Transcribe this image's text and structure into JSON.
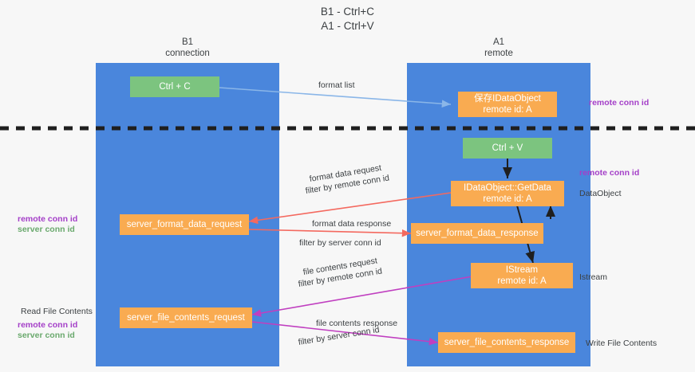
{
  "title": {
    "line1": "B1 - Ctrl+C",
    "line2": "A1 - Ctrl+V"
  },
  "lanes": [
    {
      "id": "b1",
      "head_line1": "B1",
      "head_line2": "connection"
    },
    {
      "id": "a1",
      "head_line1": "A1",
      "head_line2": "remote"
    }
  ],
  "nodes": {
    "ctrl_c": {
      "l1": "Ctrl + C",
      "l2": "",
      "color": "#7cc47f"
    },
    "save_idataobject": {
      "l1": "保存IDataObject",
      "l2": "remote id: A",
      "color": "#f9ab51"
    },
    "ctrl_v": {
      "l1": "Ctrl + V",
      "l2": "",
      "color": "#7cc47f"
    },
    "getdata": {
      "l1": "IDataObject::GetData",
      "l2": "remote id: A",
      "color": "#f9ab51"
    },
    "sfd_request": {
      "l1": "server_format_data_request",
      "l2": "",
      "color": "#f9ab51"
    },
    "sfd_response": {
      "l1": "server_format_data_response",
      "l2": "",
      "color": "#f9ab51"
    },
    "istream": {
      "l1": "IStream",
      "l2": "remote id: A",
      "color": "#f9ab51"
    },
    "sfc_request": {
      "l1": "server_file_contents_request",
      "l2": "",
      "color": "#f9ab51"
    },
    "sfc_response": {
      "l1": "server_file_contents_response",
      "l2": "",
      "color": "#f9ab51"
    }
  },
  "edge_labels": {
    "format_list": "format list",
    "fmt_req_line1": "format data request",
    "fmt_req_filter": "filter by",
    "fmt_req_key": "remote conn id",
    "fmt_resp_line1": "format data response",
    "fmt_resp_filter": "filter by",
    "fmt_resp_key": "server conn id",
    "fc_req_line1": "file contents request",
    "fc_req_filter": "filter by",
    "fc_req_key": "remote conn id",
    "fc_resp_line1": "file contents response",
    "fc_resp_filter": "filter by",
    "fc_resp_key": "server conn id"
  },
  "side_labels": {
    "right_top_key": "remote conn id",
    "right_mid_key": "remote conn id",
    "right_dataobject": "DataObject",
    "right_istream": "Istream",
    "right_write_file": "Write File Contents",
    "left_mid_remote": "remote conn id",
    "left_mid_server": "server conn id",
    "left_read_file": "Read File Contents",
    "left_bot_remote": "remote conn id",
    "left_bot_server": "server conn id"
  },
  "colors": {
    "lane": "#4a86dc",
    "orange": "#f9ab51",
    "green": "#7cc47f",
    "purple": "#a43fc8",
    "green_text": "#6aa96d",
    "magenta": "#c03fc0",
    "red_arrow": "#f4695f",
    "blue_arrow": "#8ab6e8",
    "dark_arrow": "#1f1f1f",
    "divider": "#1f1f1f",
    "background": "#f7f7f7"
  }
}
